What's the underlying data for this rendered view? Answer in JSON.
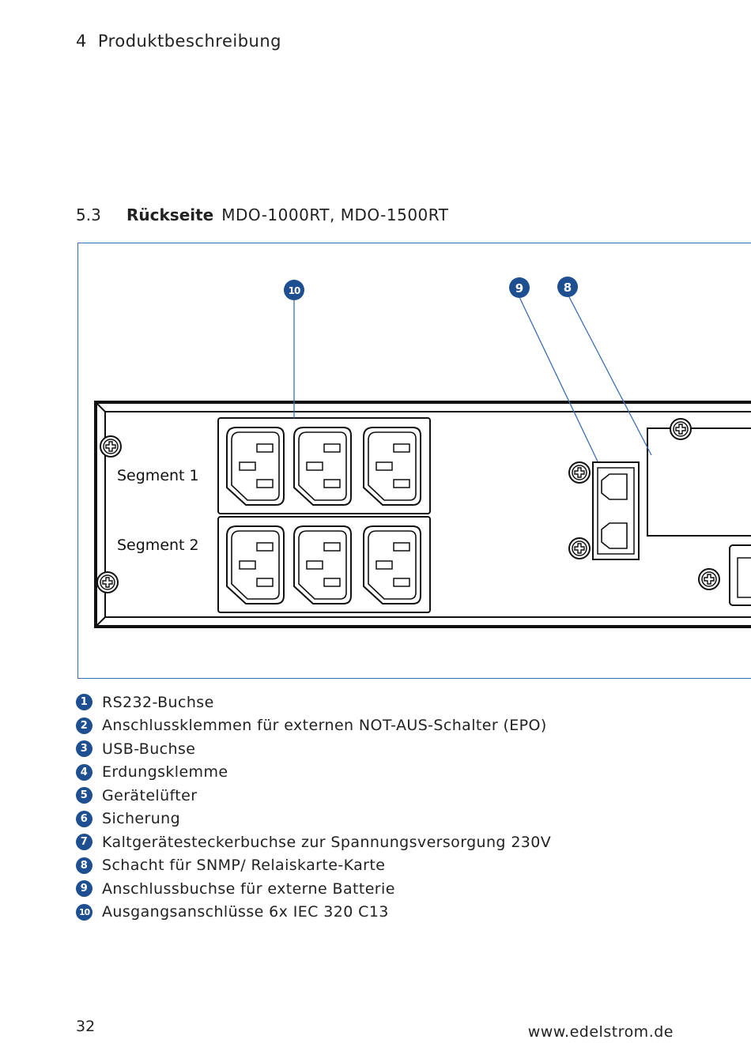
{
  "header": {
    "chapter_number": "4",
    "chapter_title": "Produktbeschreibung"
  },
  "section": {
    "number": "5.3",
    "title_bold": "Rückseite",
    "title_rest": "MDO-1000RT, MDO-1500RT"
  },
  "figure": {
    "segment_labels": [
      "Segment 1",
      "Segment 2"
    ],
    "callouts": [
      "10",
      "9",
      "8"
    ],
    "accent_color": "#1d4f91"
  },
  "legend": [
    {
      "num": "1",
      "text": "RS232-Buchse"
    },
    {
      "num": "2",
      "text": "Anschlussklemmen für externen NOT-AUS-Schalter (EPO)"
    },
    {
      "num": "3",
      "text": "USB-Buchse"
    },
    {
      "num": "4",
      "text": "Erdungsklemme"
    },
    {
      "num": "5",
      "text": "Gerätelüfter"
    },
    {
      "num": "6",
      "text": "Sicherung"
    },
    {
      "num": "7",
      "text": "Kaltgerätesteckerbuchse zur Spannungsversorgung 230V"
    },
    {
      "num": "8",
      "text": "Schacht für SNMP/ Relaiskarte-Karte"
    },
    {
      "num": "9",
      "text": "Anschlussbuchse für externe Batterie"
    },
    {
      "num": "10",
      "text": "Ausgangsanschlüsse 6x IEC 320 C13"
    }
  ],
  "footer": {
    "page_number": "32",
    "url": "www.edelstrom.de"
  }
}
